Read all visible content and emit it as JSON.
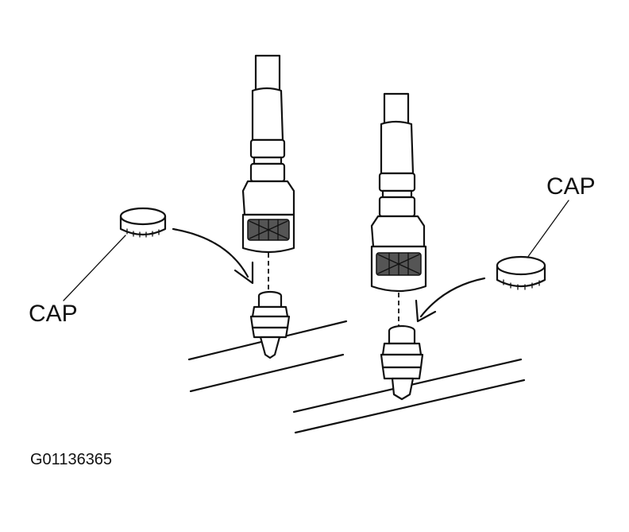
{
  "labels": {
    "cap_left": "CAP",
    "cap_right": "CAP"
  },
  "figure_id": "G01136365",
  "colors": {
    "ink": "#111111",
    "background": "#ffffff"
  }
}
